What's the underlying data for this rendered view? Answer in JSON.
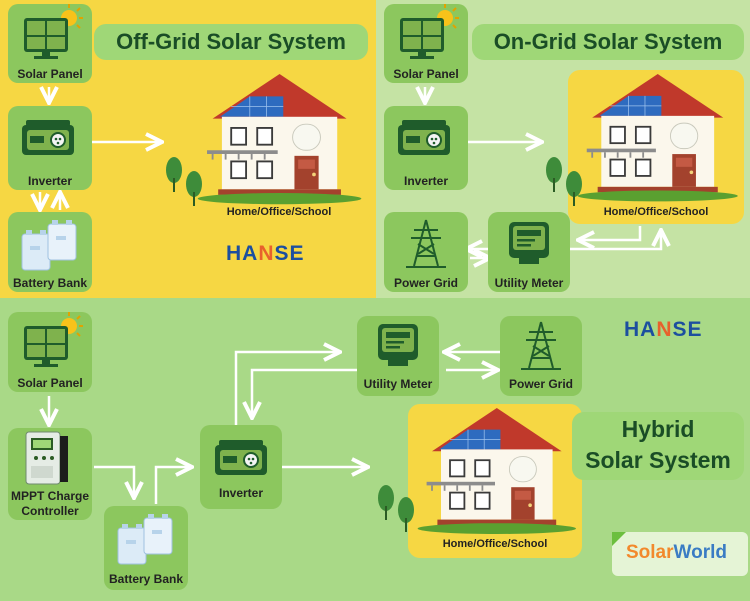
{
  "colors": {
    "offgrid_bg": "#f6d743",
    "ongrid_bg": "#c5e3a4",
    "hybrid_bg": "#a9d987",
    "box_green": "#8cc75e",
    "title_text": "#1a4d26",
    "brand_blue": "#1c4f9f",
    "brand_orange": "#e8612c"
  },
  "offgrid": {
    "title": "Off-Grid Solar System",
    "solar_panel": "Solar Panel",
    "inverter": "Inverter",
    "battery_bank": "Battery Bank",
    "home": "Home/Office/School",
    "brand_left": "HA",
    "brand_mid": "N",
    "brand_right": "SE"
  },
  "ongrid": {
    "title": "On-Grid Solar System",
    "solar_panel": "Solar Panel",
    "inverter": "Inverter",
    "home": "Home/Office/School",
    "power_grid": "Power Grid",
    "utility_meter": "Utility Meter"
  },
  "hybrid": {
    "title_line1": "Hybrid",
    "title_line2": "Solar System",
    "solar_panel": "Solar Panel",
    "mppt_line1": "MPPT Charge",
    "mppt_line2": "Controller",
    "battery_bank": "Battery Bank",
    "inverter": "Inverter",
    "utility_meter": "Utility Meter",
    "power_grid": "Power Grid",
    "home": "Home/Office/School",
    "brand_left": "HA",
    "brand_mid": "N",
    "brand_right": "SE"
  },
  "watermark": {
    "part1": "Solar",
    "part2": "World"
  },
  "icons": [
    "solar-panel-icon",
    "inverter-icon",
    "battery-icon",
    "house-icon",
    "tree-icon",
    "power-tower-icon",
    "meter-icon",
    "charge-controller-icon",
    "sun-icon"
  ]
}
